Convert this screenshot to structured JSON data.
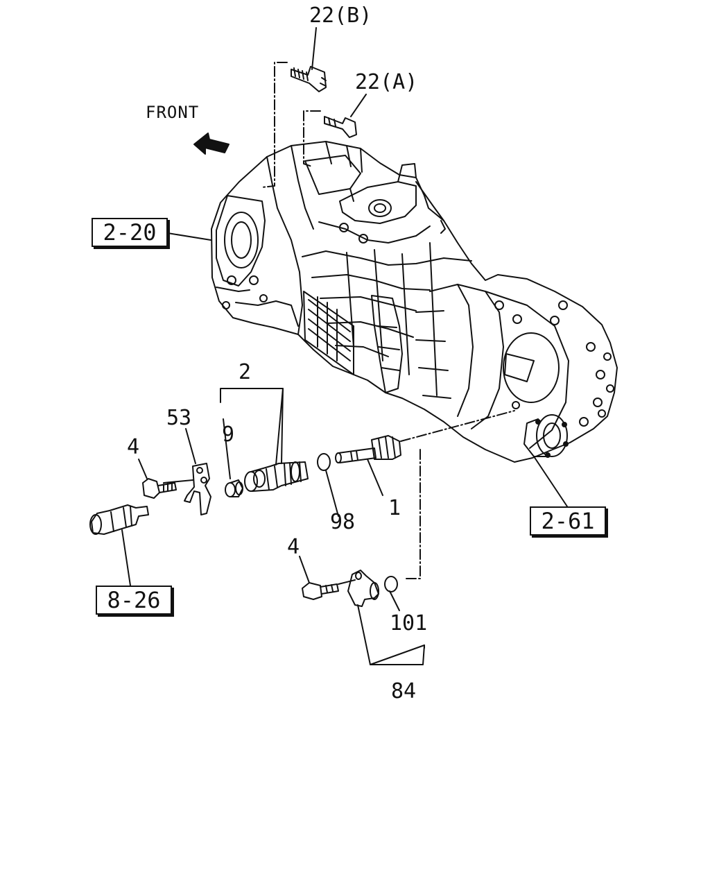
{
  "front_label": "FRONT",
  "callouts": {
    "c22b": "22(B)",
    "c22a": "22(A)",
    "c2": "2",
    "c53": "53",
    "c9": "9",
    "c4_top": "4",
    "c98": "98",
    "c1": "1",
    "c4_bottom": "4",
    "c101": "101",
    "c84": "84"
  },
  "references": {
    "r2_20": "2-20",
    "r2_61": "2-61",
    "r8_26": "8-26"
  },
  "colors": {
    "line": "#111111",
    "background": "#ffffff"
  }
}
